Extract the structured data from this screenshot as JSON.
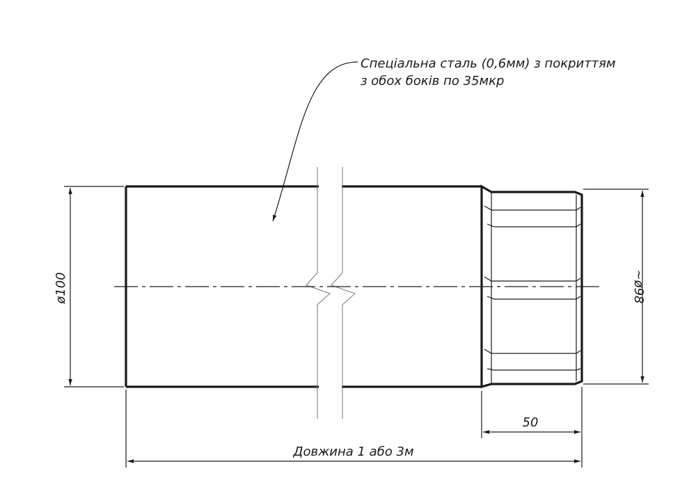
{
  "callout": {
    "line1": "Спеціальна сталь (0,6мм) з покриттям",
    "line2": "з обох боків по 35мкр"
  },
  "dimensions": {
    "outer_diameter": "ø100",
    "end_diameter": "~ø98",
    "end_length": "50",
    "total_length": "Довжина 1 або 3м"
  },
  "colors": {
    "ink": "#1a1a1a",
    "construction": "#777777"
  }
}
